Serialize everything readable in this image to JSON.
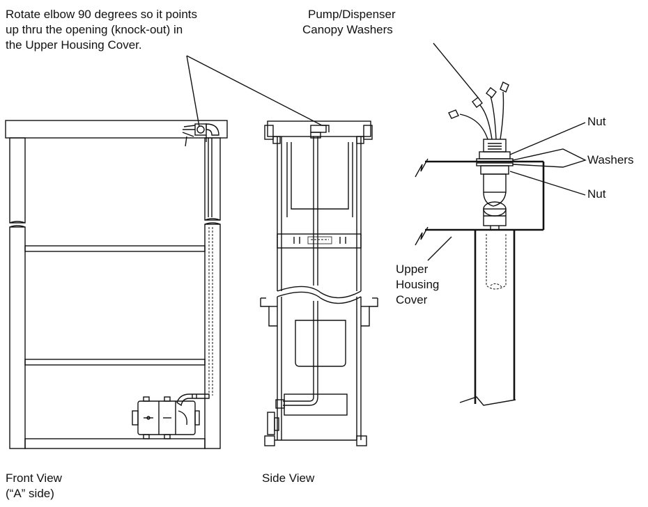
{
  "callouts": {
    "rotate_elbow": [
      "Rotate elbow 90 degrees so it points",
      "up thru the opening (knock-out) in",
      "the Upper Housing Cover."
    ],
    "canopy_washers": [
      "Pump/Dispenser",
      "Canopy Washers"
    ],
    "nut_top": "Nut",
    "washers": "Washers",
    "nut_bottom": "Nut",
    "upper_housing_cover": [
      "Upper",
      "Housing",
      "Cover"
    ]
  },
  "captions": {
    "front_view": [
      "Front View",
      "(“A” side)"
    ],
    "side_view": "Side View"
  }
}
